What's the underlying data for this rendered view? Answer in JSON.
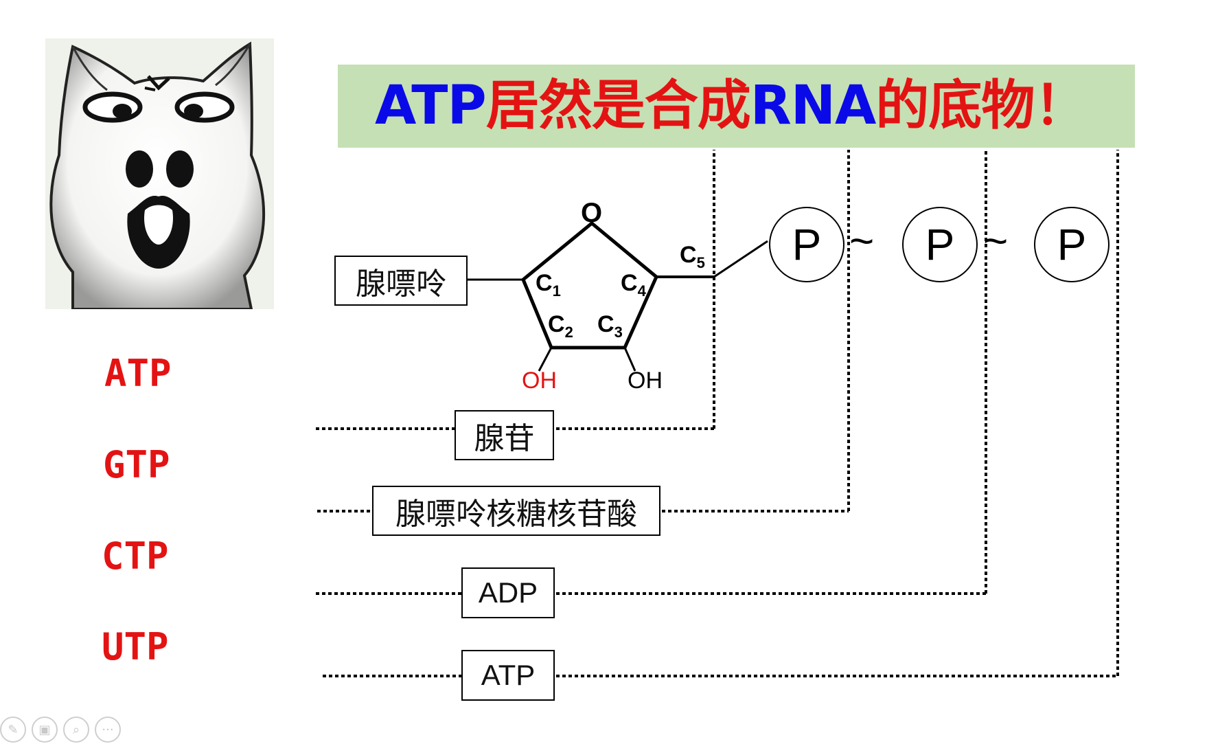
{
  "title": {
    "part1": "ATP",
    "part2": "居然是合成",
    "part3": "RNA",
    "part4": "的底物！"
  },
  "nucleotides": [
    "ATP",
    "GTP",
    "CTP",
    "UTP"
  ],
  "structure": {
    "base_label": "腺嘌呤",
    "ring_oxygen": "O",
    "c1": "C",
    "c1_sub": "1",
    "c2": "C",
    "c2_sub": "2",
    "c3": "C",
    "c3_sub": "3",
    "c4": "C",
    "c4_sub": "4",
    "c5": "C",
    "c5_sub": "5",
    "oh_left": "OH",
    "oh_right": "OH",
    "phosphates": [
      "P",
      "P",
      "P"
    ],
    "bond_symbol": "~"
  },
  "brackets": {
    "adenosine": "腺苷",
    "amp": "腺嘌呤核糖核苷酸",
    "adp": "ADP",
    "atp": "ATP"
  },
  "colors": {
    "banner": "#c5e0b4",
    "blue_text": "#0a0ae8",
    "red_text": "#e41313"
  },
  "toolbar_icons": [
    "pen-icon",
    "copy-icon",
    "zoom-icon",
    "more-icon"
  ]
}
